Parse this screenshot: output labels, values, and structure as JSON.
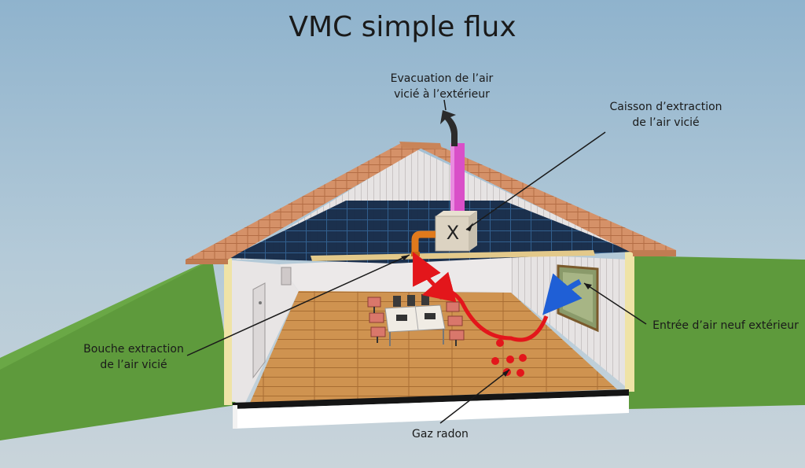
{
  "title": "VMC simple flux",
  "labels": {
    "evacuation": [
      "Evacuation de l’air",
      "vicié à l’extérieur"
    ],
    "caisson": [
      "Caisson d’extraction",
      "de l’air vicié"
    ],
    "entree": [
      "Entrée d’air neuf extérieur"
    ],
    "bouche": [
      "Bouche extraction",
      "de l’air vicié"
    ],
    "radon": [
      "Gaz radon"
    ]
  },
  "colors": {
    "exhaust_pipe": "#d94fc8",
    "extract_duct": "#e07a1c",
    "stale_air": "#e3161b",
    "fresh_air": "#1f5fd6",
    "roof_tiles": "#d08a5c",
    "floor": "#c98f4e",
    "grass": "#5e9a3c"
  }
}
